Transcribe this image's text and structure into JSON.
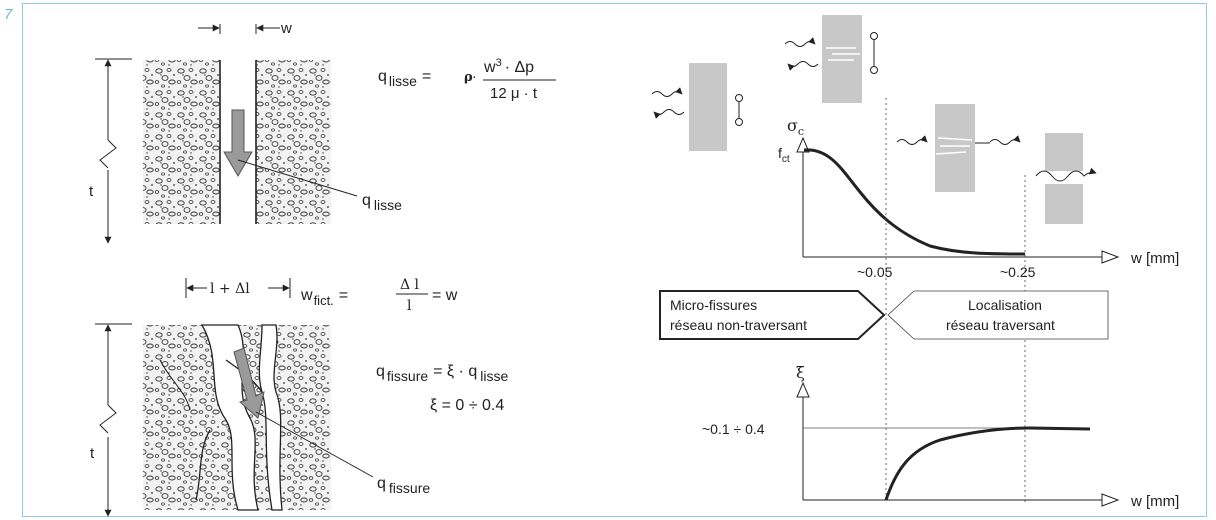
{
  "figure_number": "7",
  "smooth_crack": {
    "width_label": "w",
    "thickness_label": "t",
    "flow_label": "q",
    "flow_subscript": "lisse",
    "formula": {
      "lhs": "q",
      "lhs_sub": "lisse",
      "rho": "ρ",
      "numerator_w": "w",
      "numerator_exp": "3",
      "numerator_rest": "· Δp",
      "denominator": "12 μ · t"
    }
  },
  "real_crack": {
    "width_label": "l + Δl",
    "thickness_label": "t",
    "flow_label": "q",
    "flow_subscript": "fissure",
    "w_fict": {
      "lhs": "w",
      "lhs_sub": "fict.",
      "numerator": "Δ l",
      "denominator": "l",
      "rhs": "= w"
    },
    "q_formula": {
      "lhs": "q",
      "lhs_sub": "fissure",
      "rhs": "= ξ · q",
      "rhs_sub": "lisse"
    },
    "xi_range": "ξ = 0 ÷ 0.4"
  },
  "stress_graph": {
    "y_label": "σ",
    "y_label_sub": "c",
    "peak_label": "f",
    "peak_label_sub": "ct",
    "x_label": "w [mm]",
    "tick_1": "~0.05",
    "tick_2": "~0.25"
  },
  "stage_left": {
    "line1": "Micro-fissures",
    "line2": "réseau non-traversant"
  },
  "stage_right": {
    "line1": "Localisation",
    "line2": "réseau traversant"
  },
  "xi_graph": {
    "y_label": "ξ",
    "level_label": "~0.1 ÷  0.4",
    "x_label": "w [mm]"
  },
  "colors": {
    "frame": "#8fcbe3",
    "specimen": "#c8c8c8",
    "arrow": "#9a9a9a",
    "ink": "#222222"
  }
}
